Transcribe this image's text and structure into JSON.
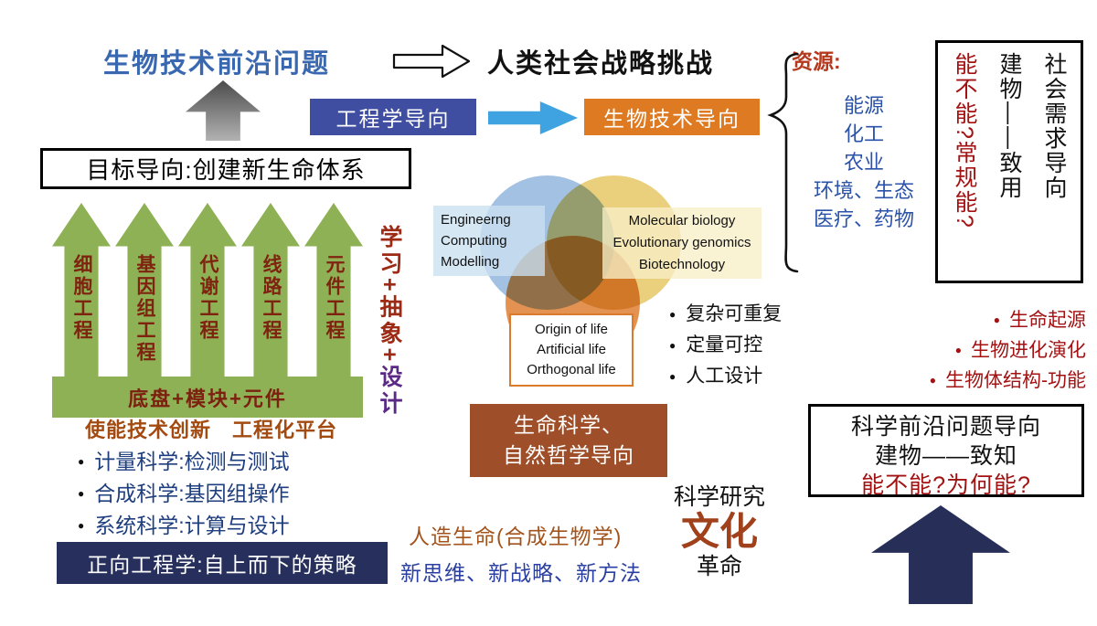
{
  "colors": {
    "title_blue": "#3a68b0",
    "engineering_box": "#3f4ea0",
    "biotech_box": "#dd7a22",
    "arrow_blue": "#3fa3e2",
    "pillar_green": "#8fb155",
    "pillar_text_red": "#7e2310",
    "purple_accent": "#5b2a86",
    "brown_box": "#9e4e28",
    "navy": "#272f5c",
    "red_accent": "#a31212",
    "list_blue": "#2a52a8"
  },
  "icons": {
    "bullet": "●"
  },
  "header": {
    "frontier": "生物技术前沿问题",
    "challenge": "人类社会战略挑战"
  },
  "flow": {
    "engineering": "工程学导向",
    "biotech": "生物技术导向"
  },
  "resources": {
    "title": "资源:",
    "items": [
      "能源",
      "化工",
      "农业",
      "环境、生态",
      "医疗、药物"
    ]
  },
  "social_box": {
    "col1": "社会需求导向",
    "col2": "建物——致用",
    "col3": "能不能?常规能?"
  },
  "goal_box": "目标导向:创建新生命体系",
  "pillars": {
    "items": [
      "细胞工程",
      "基因组工程",
      "代谢工程",
      "线路工程",
      "元件工程"
    ],
    "base": "底盘+模块+元件"
  },
  "learning": {
    "part1": "学习+抽象+",
    "part2": "设计"
  },
  "enabling": {
    "title": "使能技术创新　工程化平台",
    "items": [
      "计量科学:检测与测试",
      "合成科学:基因组操作",
      "系统科学:计算与设计"
    ]
  },
  "forward_box": "正向工程学:自上而下的策略",
  "venn": {
    "left": [
      "Engineerng",
      "Computing",
      "Modelling"
    ],
    "right": [
      "Molecular biology",
      "Evolutionary genomics",
      "Biotechnology"
    ],
    "bottom": [
      "Origin of life",
      "Artificial life",
      "Orthogonal life"
    ]
  },
  "properties": [
    "复杂可重复",
    "定量可控",
    "人工设计"
  ],
  "life_box": {
    "line1": "生命科学、",
    "line2": "自然哲学导向"
  },
  "origins": [
    "生命起源",
    "生物进化演化",
    "生物体结构-功能"
  ],
  "science_box": {
    "line1": "科学前沿问题导向",
    "line2": "建物——致知",
    "line3": "能不能?为何能?"
  },
  "culture": {
    "line1": "科学研究",
    "line2": "文化",
    "line3": "革命"
  },
  "bottom_notes": {
    "line1": "人造生命(合成生物学)",
    "line2": "新思维、新战略、新方法"
  }
}
